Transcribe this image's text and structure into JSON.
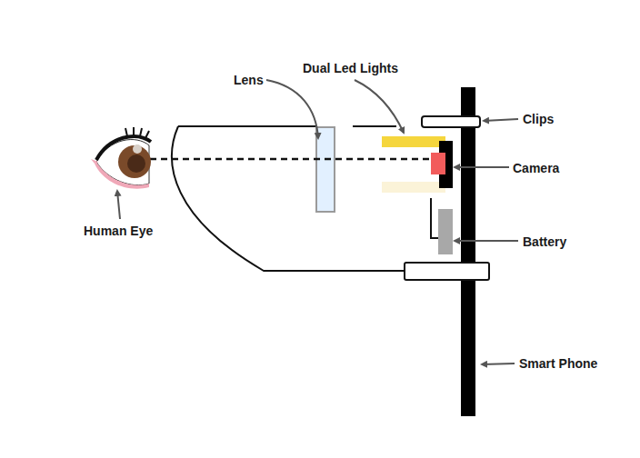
{
  "diagram": {
    "labels": [
      "Dual Led Lights",
      "Lens",
      "Clips",
      "Camera",
      "Human Eye",
      "Battery",
      "Smart Phone"
    ]
  }
}
